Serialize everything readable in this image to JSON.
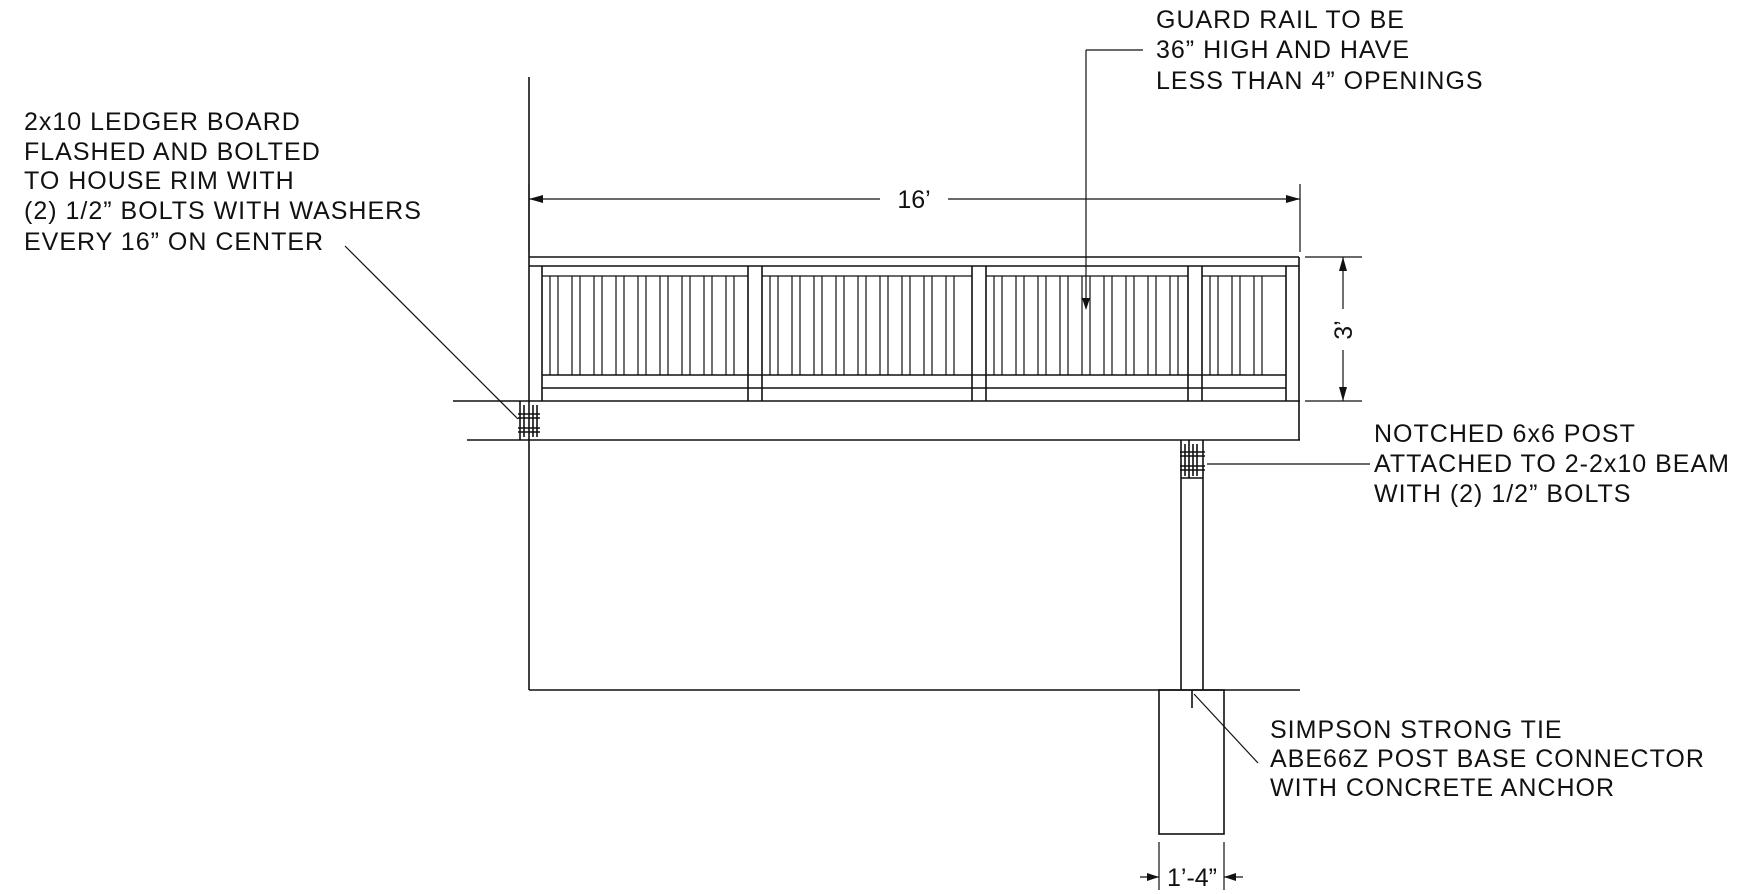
{
  "notes": {
    "guard_rail": [
      "GUARD RAIL TO BE",
      "36” HIGH AND HAVE",
      "LESS THAN 4” OPENINGS"
    ],
    "ledger": [
      "2x10 LEDGER BOARD",
      "FLASHED AND BOLTED",
      "TO HOUSE RIM WITH",
      "(2) 1/2” BOLTS WITH WASHERS",
      "EVERY 16” ON CENTER"
    ],
    "post": [
      "NOTCHED 6x6 POST",
      "ATTACHED TO 2-2x10 BEAM",
      "WITH (2) 1/2” BOLTS"
    ],
    "simpson": [
      "SIMPSON STRONG TIE",
      "ABE66Z POST BASE CONNECTOR",
      "WITH CONCRETE ANCHOR"
    ]
  },
  "dimensions": {
    "deck_width": "16’",
    "rail_height": "3’",
    "footing_width": "1’-4”"
  }
}
